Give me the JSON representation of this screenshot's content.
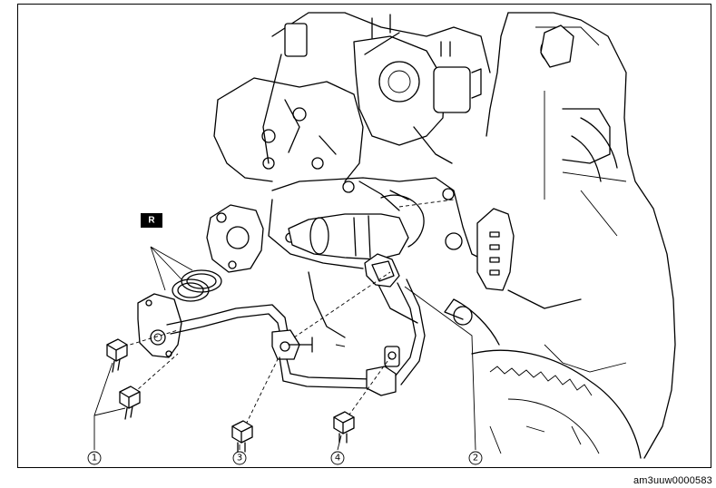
{
  "diagram": {
    "replace_mark": "R",
    "callouts": [
      {
        "id": "1",
        "symbol": "①"
      },
      {
        "id": "2",
        "symbol": "②"
      },
      {
        "id": "3",
        "symbol": "③"
      },
      {
        "id": "4",
        "symbol": "④"
      }
    ],
    "document_code": "am3uuw0000583"
  }
}
